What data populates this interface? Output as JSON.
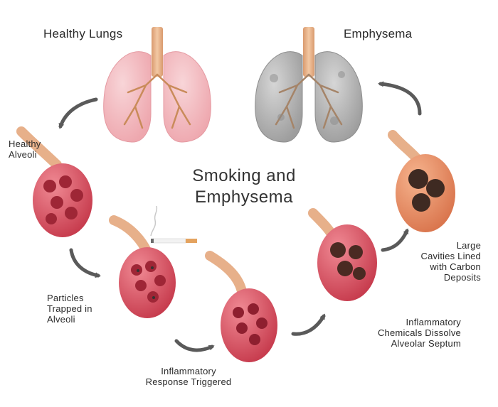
{
  "title": "Smoking and\nEmphysema",
  "labels": {
    "healthy_lungs": "Healthy Lungs",
    "emphysema": "Emphysema",
    "healthy_alveoli": "Healthy\nAlveoli",
    "particles": "Particles\nTrapped in\nAlveoli",
    "inflammatory_response": "Inflammatory\nResponse Triggered",
    "inflammatory_chemicals": "Inflammatory\nChemicals Dissolve\nAlveolar Septum",
    "large_cavities": "Large\nCavities Lined\nwith Carbon\nDeposits"
  },
  "colors": {
    "healthy_tissue": "#e8586a",
    "damaged_tissue": "#e07a55",
    "lung_healthy": "#f3c2c6",
    "lung_emphysema": "#b9b9b9",
    "trachea": "#e6b48e",
    "arrow": "#5a5a5a"
  }
}
